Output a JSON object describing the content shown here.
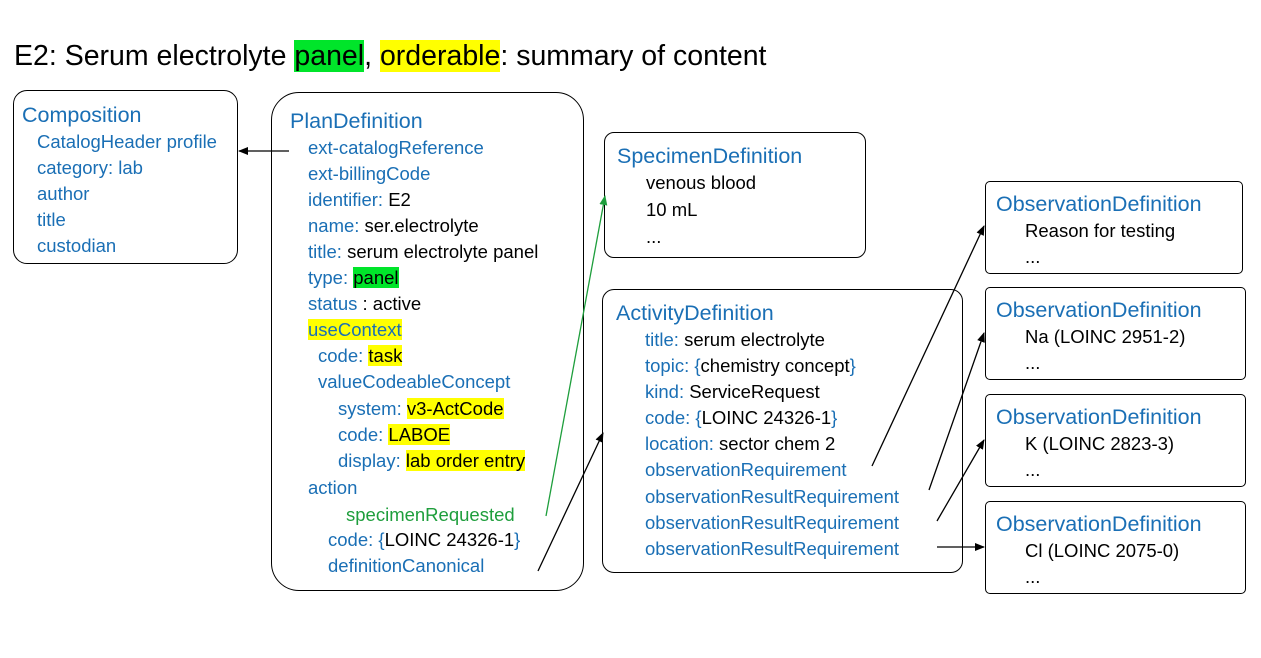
{
  "title": {
    "prefix": "E2: Serum electrolyte ",
    "panel": "panel",
    "comma": ", ",
    "orderable": "orderable",
    "suffix": ": summary of content"
  },
  "composition": {
    "heading": "Composition",
    "lines": [
      "CatalogHeader profile",
      "category: lab",
      "author",
      "title",
      "custodian"
    ]
  },
  "plan": {
    "heading": "PlanDefinition",
    "ext_catalog": "ext-catalogReference",
    "ext_billing": "ext-billingCode",
    "identifier_k": "identifier:",
    "identifier_v": " E2",
    "name_k": "name:",
    "name_v": " ser.electrolyte",
    "title_k": "title:",
    "title_v": " serum electrolyte panel",
    "type_k": "type:",
    "type_v": "panel",
    "status_k": "status",
    "status_v": " : active",
    "usecontext": "useContext",
    "code_k": "code:",
    "code_v": "task",
    "vcc": "valueCodeableConcept",
    "system_k": "system:",
    "system_v": "v3-ActCode",
    "code2_k": "code:",
    "code2_v": "LABOE",
    "display_k": "display:",
    "display_v": "lab order entry",
    "action": "action",
    "specimen": "specimenRequested",
    "acode_k": "code: ",
    "acode_brace_open": "{",
    "acode_v": "LOINC 24326-1",
    "acode_brace_close": "}",
    "defcanon": "definitionCanonical"
  },
  "specimen": {
    "heading": "SpecimenDefinition",
    "lines": [
      "venous blood",
      "10 mL",
      "..."
    ]
  },
  "activity": {
    "heading": "ActivityDefinition",
    "title_k": "title:",
    "title_v": " serum electrolyte",
    "topic_k": "topic: ",
    "topic_open": "{",
    "topic_v": "chemistry concept",
    "topic_close": "}",
    "kind_k": "kind:",
    "kind_v": " ServiceRequest",
    "code_k": "code: ",
    "code_open": "{",
    "code_v": "LOINC 24326-1",
    "code_close": "}",
    "location_k": "location:",
    "location_v": " sector chem 2",
    "obs_req": "observationRequirement",
    "obs_res_1": "observationResultRequirement",
    "obs_res_2": "observationResultRequirement",
    "obs_res_3": "observationResultRequirement"
  },
  "observations": [
    {
      "heading": "ObservationDefinition",
      "line1": "Reason for testing",
      "line2": "..."
    },
    {
      "heading": "ObservationDefinition",
      "line1": "Na (LOINC 2951-2)",
      "line2": "..."
    },
    {
      "heading": "ObservationDefinition",
      "line1": "K (LOINC 2823-3)",
      "line2": "..."
    },
    {
      "heading": "ObservationDefinition",
      "line1": "Cl (LOINC 2075-0)",
      "line2": "..."
    }
  ],
  "colors": {
    "key_blue": "#1a6fb5",
    "specimen_green": "#1e9e3c",
    "highlight_green": "#00e52a",
    "highlight_yellow": "#ffff00"
  }
}
